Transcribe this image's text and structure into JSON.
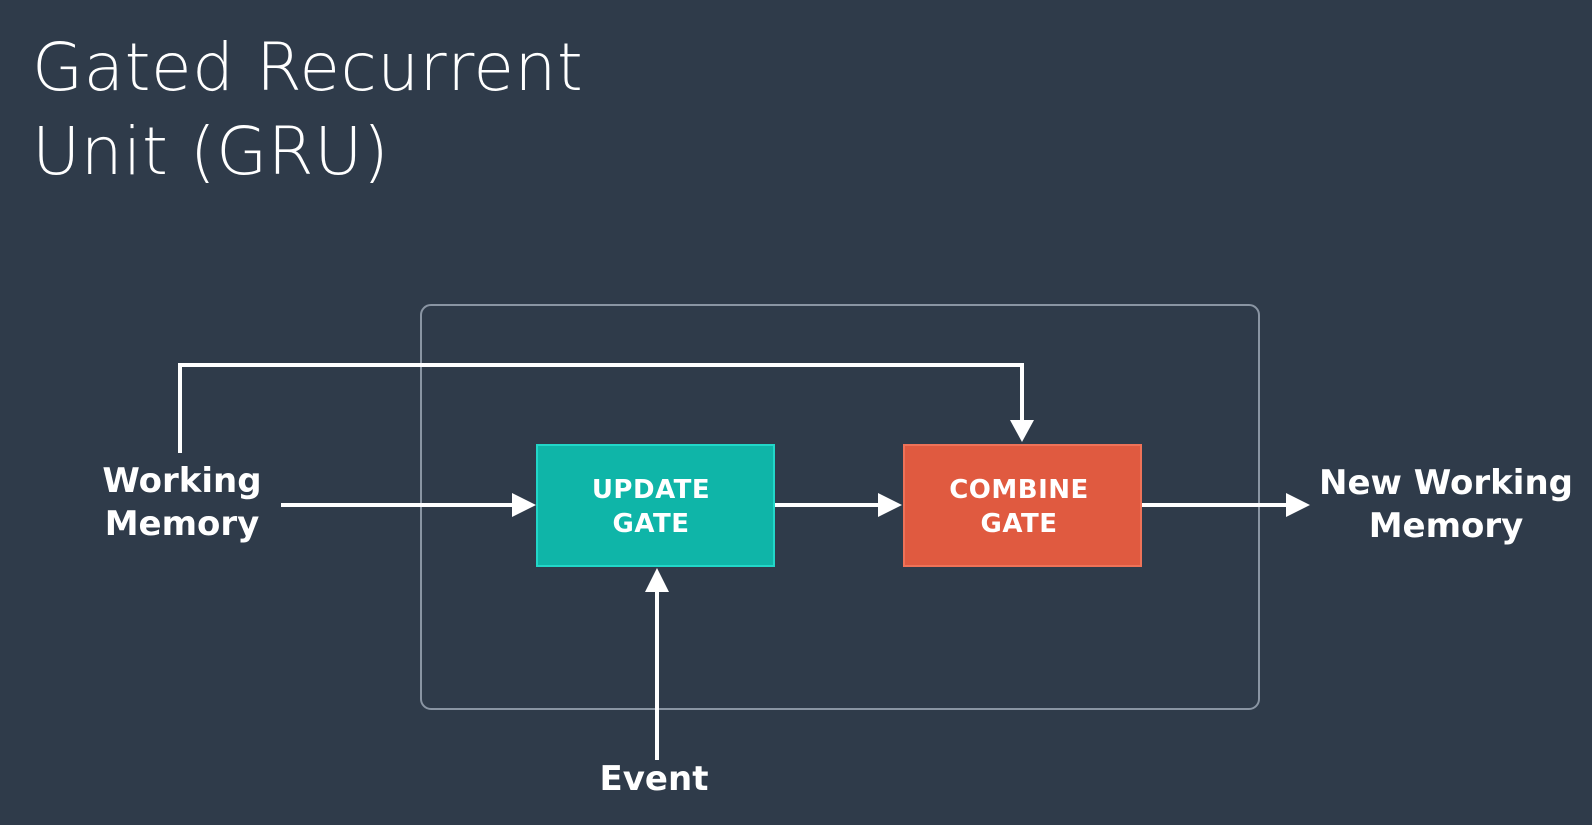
{
  "title": {
    "line1": "Gated Recurrent",
    "line2": "Unit (GRU)"
  },
  "diagram": {
    "inputs": {
      "working_memory": {
        "line1": "Working",
        "line2": "Memory"
      },
      "event": "Event"
    },
    "gates": {
      "update": {
        "line1": "UPDATE",
        "line2": "GATE",
        "color": "#0fb5a8"
      },
      "combine": {
        "line1": "COMBINE",
        "line2": "GATE",
        "color": "#e05a40"
      }
    },
    "output": {
      "line1": "New Working",
      "line2": "Memory"
    },
    "colors": {
      "background": "#2f3b4a",
      "arrows": "#ffffff",
      "cell_border": "#8a95a3"
    }
  }
}
